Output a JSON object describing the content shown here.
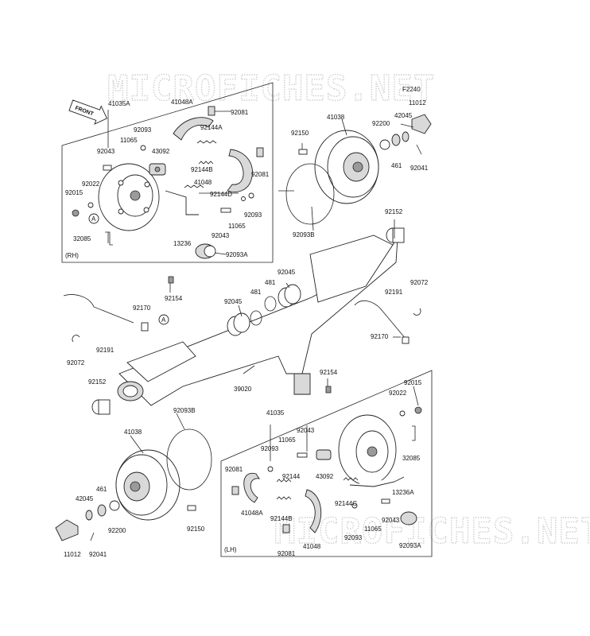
{
  "diagram": {
    "code": "F2240",
    "watermark": "MICROFICHES.NET",
    "front_arrow": "FRONT",
    "rh_tag": "(RH)",
    "lh_tag": "(LH)",
    "ref_marker": "A",
    "parts": [
      {
        "id": "p41035A",
        "label": "41035A"
      },
      {
        "id": "p41048A_rh",
        "label": "41048A"
      },
      {
        "id": "p92081_rh1",
        "label": "92081"
      },
      {
        "id": "p92144A",
        "label": "92144A"
      },
      {
        "id": "p92093_rh1",
        "label": "92093"
      },
      {
        "id": "p11065_rh1",
        "label": "11065"
      },
      {
        "id": "p92043_rh1",
        "label": "92043"
      },
      {
        "id": "p43092_rh",
        "label": "43092"
      },
      {
        "id": "p92144B_rh",
        "label": "92144B"
      },
      {
        "id": "p92081_rh2",
        "label": "92081"
      },
      {
        "id": "p41048_rh",
        "label": "41048"
      },
      {
        "id": "p92022_rh",
        "label": "92022"
      },
      {
        "id": "p92015_rh",
        "label": "92015"
      },
      {
        "id": "p92144D",
        "label": "92144D"
      },
      {
        "id": "p92093_rh2",
        "label": "92093"
      },
      {
        "id": "p11065_rh2",
        "label": "11065"
      },
      {
        "id": "p92043_rh2",
        "label": "92043"
      },
      {
        "id": "p32085_rh",
        "label": "32085"
      },
      {
        "id": "p13236",
        "label": "13236"
      },
      {
        "id": "p92093A_rh",
        "label": "92093A"
      },
      {
        "id": "p92154_top",
        "label": "92154"
      },
      {
        "id": "p92150_top",
        "label": "92150"
      },
      {
        "id": "p41038_top",
        "label": "41038"
      },
      {
        "id": "p92200_top",
        "label": "92200"
      },
      {
        "id": "p42045_top",
        "label": "42045"
      },
      {
        "id": "p11012_top",
        "label": "11012"
      },
      {
        "id": "p461_top",
        "label": "461"
      },
      {
        "id": "p92041_top",
        "label": "92041"
      },
      {
        "id": "p92093B_top",
        "label": "92093B"
      },
      {
        "id": "p92152_top",
        "label": "92152"
      },
      {
        "id": "p92045_a",
        "label": "92045"
      },
      {
        "id": "p481_a",
        "label": "481"
      },
      {
        "id": "p92045_b",
        "label": "92045"
      },
      {
        "id": "p481_b",
        "label": "481"
      },
      {
        "id": "p92072_r",
        "label": "92072"
      },
      {
        "id": "p92191_r",
        "label": "92191"
      },
      {
        "id": "p92170_r",
        "label": "92170"
      },
      {
        "id": "p92170_l",
        "label": "92170"
      },
      {
        "id": "p92191_l",
        "label": "92191"
      },
      {
        "id": "p92072_l",
        "label": "92072"
      },
      {
        "id": "p92152_bot",
        "label": "92152"
      },
      {
        "id": "p39020",
        "label": "39020"
      },
      {
        "id": "p92154_bot",
        "label": "92154"
      },
      {
        "id": "p92015_lh",
        "label": "92015"
      },
      {
        "id": "p92022_lh",
        "label": "92022"
      },
      {
        "id": "p41035",
        "label": "41035"
      },
      {
        "id": "p92093B_bot",
        "label": "92093B"
      },
      {
        "id": "p41038_bot",
        "label": "41038"
      },
      {
        "id": "p92043_lh1",
        "label": "92043"
      },
      {
        "id": "p11065_lh1",
        "label": "11065"
      },
      {
        "id": "p92093_lh1",
        "label": "92093"
      },
      {
        "id": "p43092_lh",
        "label": "43092"
      },
      {
        "id": "p32085_lh",
        "label": "32085"
      },
      {
        "id": "p92081_lh1",
        "label": "92081"
      },
      {
        "id": "p92144",
        "label": "92144"
      },
      {
        "id": "p41048A_lh",
        "label": "41048A"
      },
      {
        "id": "p92144C",
        "label": "92144C"
      },
      {
        "id": "p13236A",
        "label": "13236A"
      },
      {
        "id": "p92144B_lh",
        "label": "92144B"
      },
      {
        "id": "p92043_lh2",
        "label": "92043"
      },
      {
        "id": "p11065_lh2",
        "label": "11065"
      },
      {
        "id": "p92093_lh2",
        "label": "92093"
      },
      {
        "id": "p41048_lh",
        "label": "41048"
      },
      {
        "id": "p92081_lh2",
        "label": "92081"
      },
      {
        "id": "p92093A_lh",
        "label": "92093A"
      },
      {
        "id": "p461_bot",
        "label": "461"
      },
      {
        "id": "p42045_bot",
        "label": "42045"
      },
      {
        "id": "p92200_bot",
        "label": "92200"
      },
      {
        "id": "p92150_bot",
        "label": "92150"
      },
      {
        "id": "p11012_bot",
        "label": "11012"
      },
      {
        "id": "p92041_bot",
        "label": "92041"
      }
    ]
  }
}
